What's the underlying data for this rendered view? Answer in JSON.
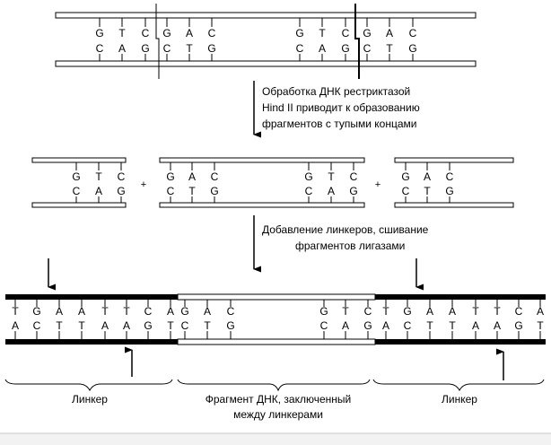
{
  "steps": {
    "step1": {
      "line1": "Обработка ДНК рестриктазой",
      "line2": "Hind II приводит к образованию",
      "line3": "фрагментов с тупыми концами"
    },
    "step2": {
      "line1": "Добавление линкеров, сшивание",
      "line2": "фрагментов лигазами"
    }
  },
  "row1": {
    "site1_top": [
      "G",
      "T",
      "C",
      "G",
      "A",
      "C"
    ],
    "site1_bottom": [
      "C",
      "A",
      "G",
      "C",
      "T",
      "G"
    ],
    "site2_top": [
      "G",
      "T",
      "C",
      "G",
      "A",
      "C"
    ],
    "site2_bottom": [
      "C",
      "A",
      "G",
      "C",
      "T",
      "G"
    ]
  },
  "row2": {
    "frag1_top": [
      "G",
      "T",
      "C"
    ],
    "frag1_bottom": [
      "C",
      "A",
      "G"
    ],
    "frag2a_top": [
      "G",
      "A",
      "C"
    ],
    "frag2a_bottom": [
      "C",
      "T",
      "G"
    ],
    "frag2b_top": [
      "G",
      "T",
      "C"
    ],
    "frag2b_bottom": [
      "C",
      "A",
      "G"
    ],
    "frag3_top": [
      "G",
      "A",
      "C"
    ],
    "frag3_bottom": [
      "C",
      "T",
      "G"
    ],
    "plus": "+"
  },
  "row3": {
    "linker1_top": [
      "T",
      "G",
      "A",
      "A",
      "T",
      "T",
      "C",
      "A"
    ],
    "linker1_bottom": [
      "A",
      "C",
      "T",
      "T",
      "A",
      "A",
      "G",
      "T"
    ],
    "frag_left_top": [
      "G",
      "A",
      "C"
    ],
    "frag_left_bottom": [
      "C",
      "T",
      "G"
    ],
    "frag_right_top": [
      "G",
      "T",
      "C"
    ],
    "frag_right_bottom": [
      "C",
      "A",
      "G"
    ],
    "linker2_top": [
      "T",
      "G",
      "A",
      "A",
      "T",
      "T",
      "C",
      "A"
    ],
    "linker2_bottom": [
      "A",
      "C",
      "T",
      "T",
      "A",
      "A",
      "G",
      "T"
    ]
  },
  "labels": {
    "linker_left": "Линкер",
    "fragment_line1": "Фрагмент ДНК, заключенный",
    "fragment_line2": "между линкерами",
    "linker_right": "Линкер"
  }
}
